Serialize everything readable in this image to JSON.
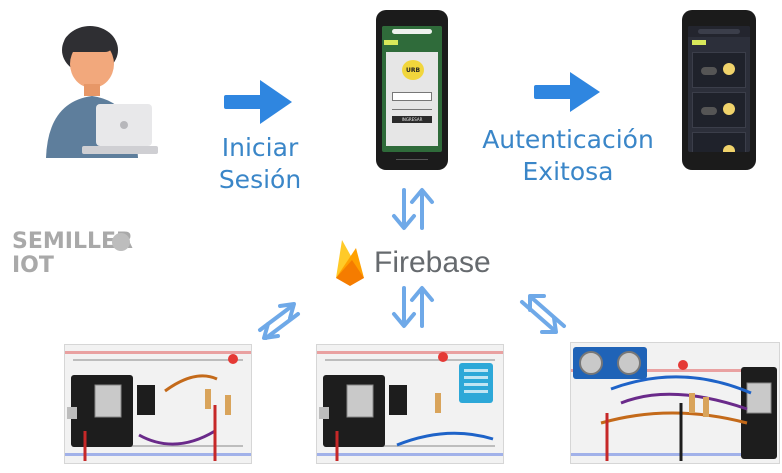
{
  "flow": {
    "step1_label_line1": "Iniciar",
    "step1_label_line2": "Sesión",
    "step2_label_line1": "Autenticación",
    "step2_label_line2": "Exitosa"
  },
  "center": {
    "platform_name": "Firebase"
  },
  "watermark": {
    "line1": "SEMILLER",
    "line2": "IOT"
  },
  "login_screen": {
    "logo_text": "URB",
    "button_text": "INGRESAR"
  },
  "colors": {
    "arrow_blue": "#2f86e0",
    "sync_arrow_blue": "#6fa9e8",
    "label_blue": "#3a86c8",
    "firebase_yellow": "#ffca28",
    "firebase_orange": "#f57c00",
    "phone_dark": "#1b1b1b",
    "app_bg": "#2c2f3a"
  },
  "icons": [
    "user-laptop-icon",
    "right-arrow-icon",
    "bidirectional-arrows-icon",
    "firebase-flame-icon",
    "led-bulb-icon",
    "dht-sensor",
    "ultrasonic-sensor"
  ]
}
